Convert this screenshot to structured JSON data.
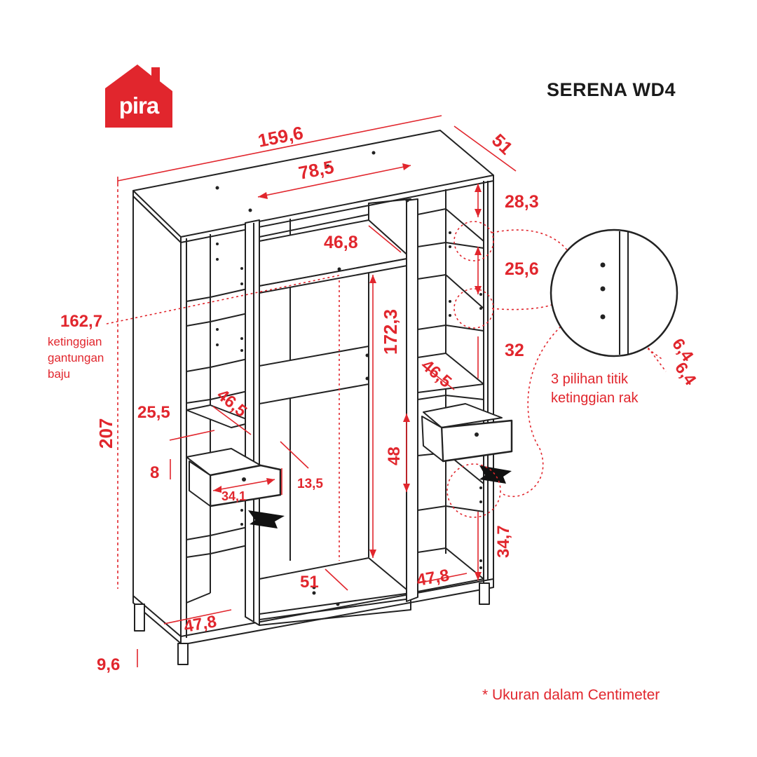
{
  "brand": {
    "name": "pira",
    "color": "#e1262d"
  },
  "model": "SERENA WD4",
  "note": "* Ukuran dalam Centimeter",
  "hanger_note": {
    "value": "162,7",
    "lines": [
      "ketinggian",
      "gantungan",
      "baju"
    ]
  },
  "shelf_note": {
    "lines": [
      "3 pilihan titik",
      "ketinggian rak"
    ]
  },
  "dimensions": {
    "total_width": "159,6",
    "depth": "51",
    "center_width": "78,5",
    "top_right_shelf": "28,3",
    "shelf_spacing": "25,6",
    "shelf_bottom": "32",
    "center_shelf_depth": "46,8",
    "hanging_height": "172,3",
    "total_height": "207",
    "left_shelf_width": "25,5",
    "left_shelf_depth": "46,5",
    "right_shelf_depth": "46,5",
    "drawer_height": "8",
    "drawer_width": "34,1",
    "drawer_depth": "13,5",
    "drawer_compartment": "48",
    "lower_right_height": "34,7",
    "center_bottom_depth": "51",
    "right_bottom_depth": "47,8",
    "left_bottom_depth": "47,8",
    "leg_height": "9,6",
    "hole_spacing_1": "6,4",
    "hole_spacing_2": "6,4"
  }
}
